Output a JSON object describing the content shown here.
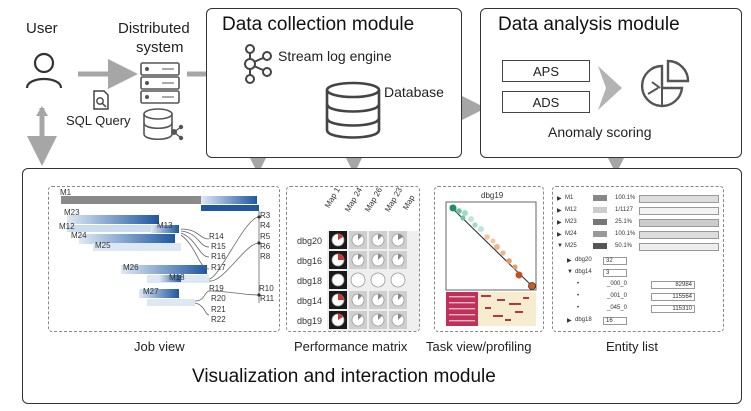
{
  "user": {
    "label": "User"
  },
  "distributed": {
    "label_line1": "Distributed",
    "label_line2": "system"
  },
  "sql_query": {
    "label": "SQL Query"
  },
  "collection": {
    "title": "Data collection module",
    "stream_label": "Stream log engine",
    "database_label": "Database"
  },
  "analysis": {
    "title": "Data analysis module",
    "aps": "APS",
    "ads": "ADS",
    "anomaly": "Anomaly scoring"
  },
  "visualization": {
    "title": "Visualization and interaction module",
    "job_view": {
      "caption": "Job view",
      "machine_labels": [
        "M1",
        "M23",
        "M12",
        "M24",
        "M25",
        "M13",
        "M26",
        "M18",
        "M27"
      ],
      "reduce_labels": [
        "R3",
        "R4",
        "R5",
        "R6",
        "R8",
        "R14",
        "R15",
        "R16",
        "R17",
        "R19",
        "R20",
        "R21",
        "R22",
        "R10",
        "R11"
      ]
    },
    "performance": {
      "caption": "Performance matrix",
      "columns": [
        "Map 1",
        "Map 24",
        "Map 26",
        "Map 23",
        "Map"
      ],
      "rows": [
        "dbg20",
        "dbg16",
        "dbg18",
        "dbg14",
        "dbg19"
      ]
    },
    "task_view": {
      "caption": "Task view/profiling",
      "title": "dbg19"
    },
    "entity_list": {
      "caption": "Entity list",
      "rows": [
        {
          "name": "M1",
          "value": "100.1%"
        },
        {
          "name": "M12",
          "value": "1/1127"
        },
        {
          "name": "M23",
          "value": "25.1%"
        },
        {
          "name": "M24",
          "value": "100.1%"
        },
        {
          "name": "M25",
          "value": "50.1%"
        },
        {
          "name": "dbg20",
          "value": "32"
        },
        {
          "name": "dbg14",
          "value": "3"
        },
        {
          "name": "_000_0",
          "value": "82984"
        },
        {
          "name": "_001_0",
          "value": "115564"
        },
        {
          "name": "_045_0",
          "value": "115310"
        },
        {
          "name": "dbg18",
          "value": "16"
        }
      ]
    }
  }
}
